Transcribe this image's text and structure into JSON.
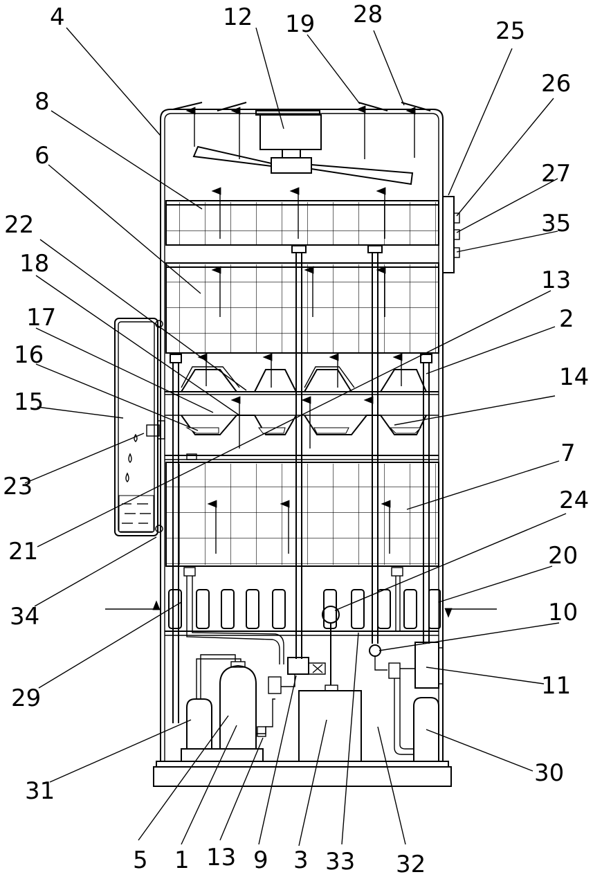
{
  "labels": {
    "n1": "1",
    "n2": "2",
    "n3": "3",
    "n4": "4",
    "n5": "5",
    "n6": "6",
    "n7": "7",
    "n8": "8",
    "n9": "9",
    "n10": "10",
    "n11": "11",
    "n12": "12",
    "n13a": "13",
    "n13b": "13",
    "n14": "14",
    "n15": "15",
    "n16": "16",
    "n17": "17",
    "n18": "18",
    "n19": "19",
    "n20": "20",
    "n21": "21",
    "n22": "22",
    "n23": "23",
    "n24": "24",
    "n25": "25",
    "n26": "26",
    "n27": "27",
    "n28": "28",
    "n29": "29",
    "n30": "30",
    "n31": "31",
    "n32": "32",
    "n33": "33",
    "n34": "34",
    "n35": "35"
  }
}
